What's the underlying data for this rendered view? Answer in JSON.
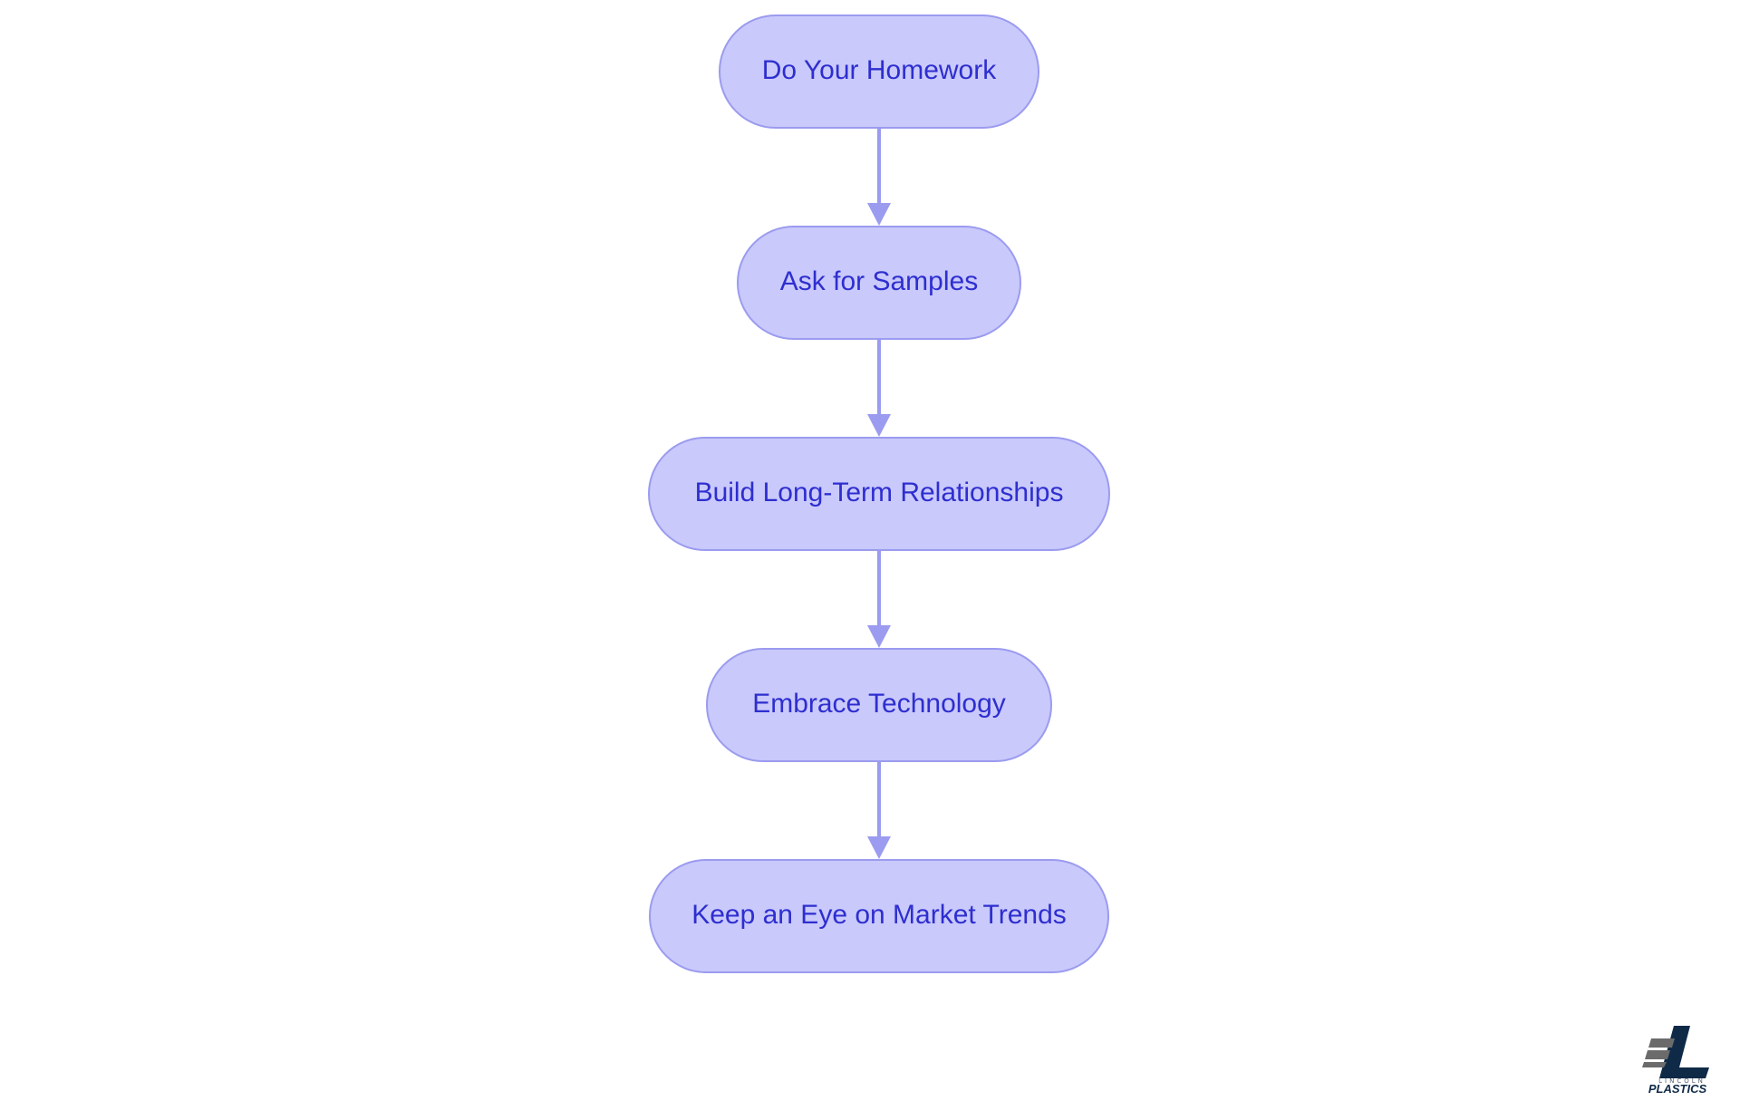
{
  "flowchart": {
    "nodes": [
      {
        "id": "homework",
        "label": "Do Your Homework"
      },
      {
        "id": "samples",
        "label": "Ask for Samples"
      },
      {
        "id": "relationships",
        "label": "Build Long-Term Relationships"
      },
      {
        "id": "technology",
        "label": "Embrace Technology"
      },
      {
        "id": "trends",
        "label": "Keep an Eye on Market Trends"
      }
    ],
    "edges": [
      {
        "from": "homework",
        "to": "samples"
      },
      {
        "from": "samples",
        "to": "relationships"
      },
      {
        "from": "relationships",
        "to": "technology"
      },
      {
        "from": "technology",
        "to": "trends"
      }
    ]
  },
  "logo": {
    "line1": "LINCOLN",
    "line2": "PLASTICS"
  },
  "colors": {
    "node_fill": "#c9c9fb",
    "node_stroke": "#9b9bf0",
    "node_text": "#2e2ed0",
    "edge": "#9b9bf0",
    "logo_dark": "#0f2a47",
    "logo_gray": "#6b6b6b"
  }
}
